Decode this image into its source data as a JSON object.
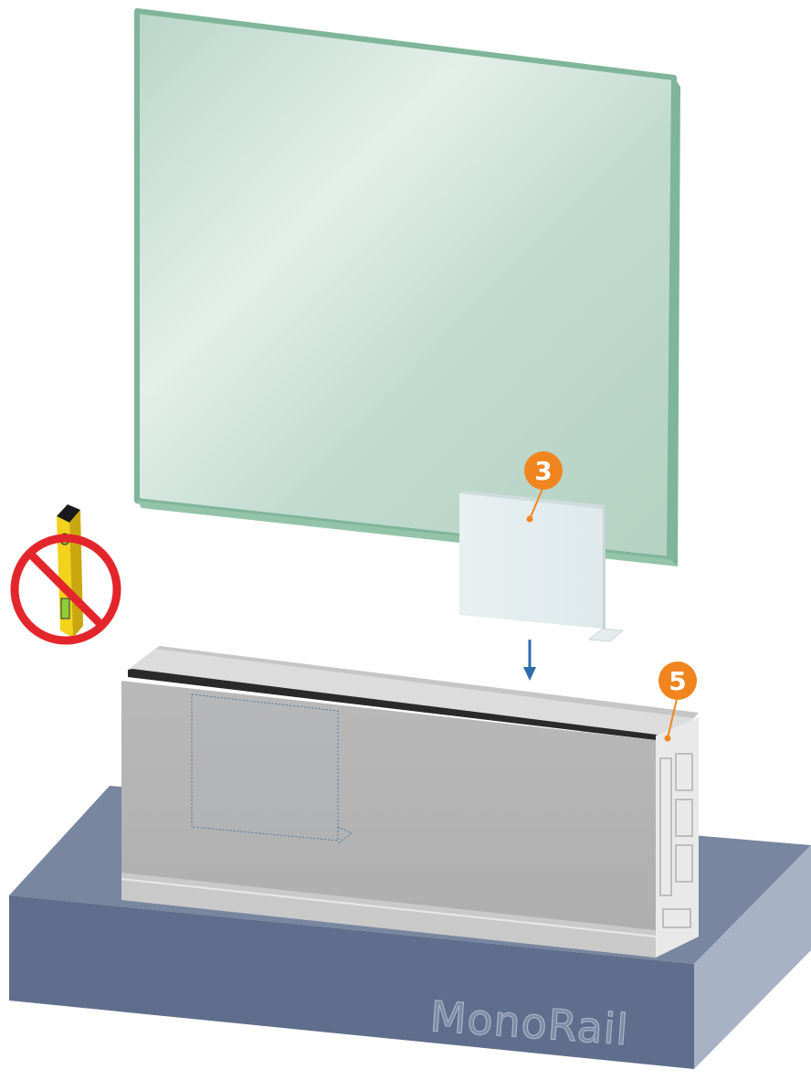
{
  "callouts": [
    {
      "id": "3",
      "label": "3"
    },
    {
      "id": "5",
      "label": "5"
    }
  ],
  "watermark": {
    "text": "MonoRail"
  },
  "warning": {
    "icon": "no-spirit-level-icon"
  },
  "colors": {
    "glass_face": "#c9e0d6",
    "glass_edge": "#7fb59a",
    "callout": "#f0851f",
    "base_front": "#5f6e8c",
    "base_top": "#7886a0",
    "base_side": "#a7b2c5",
    "rail_front": "#b3b3b3",
    "rail_top": "#d9d9d9",
    "gasket": "#2a2a2a",
    "arrow": "#2f6da8",
    "prohibition": "#e3262b",
    "level_body": "#f2d21b"
  }
}
